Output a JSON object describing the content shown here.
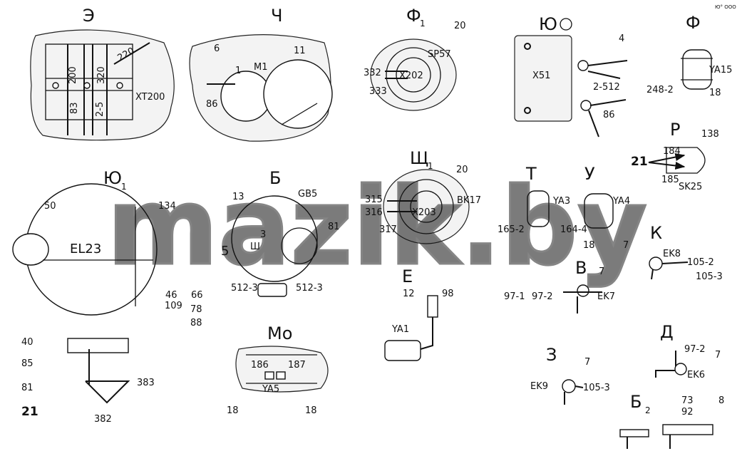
{
  "views": {
    "E_rev": {
      "title": "Э",
      "labels": {
        "l220": "220",
        "l200": "200",
        "l320": "320",
        "l83": "83",
        "l25": "2-5",
        "xt": "XT200"
      }
    },
    "Ch": {
      "title": "Ч",
      "labels": {
        "l6": "6",
        "m1": "M1",
        "l11": "11",
        "l1": "1",
        "l86": "86"
      }
    },
    "F1": {
      "title": "Ф",
      "sub": "1",
      "labels": {
        "l20": "20",
        "sp": "SP57",
        "x": "X202",
        "l332": "332",
        "l333": "333"
      }
    },
    "Yu": {
      "title": "Ю",
      "labels": {
        "l4": "4",
        "x51": "X51",
        "l2512": "2-512",
        "l86": "86"
      }
    },
    "F": {
      "title": "Ф",
      "labels": {
        "ya": "YA15",
        "l248": "248-2",
        "l18": "18"
      }
    },
    "R": {
      "title": "Р",
      "labels": {
        "l138": "138",
        "l184": "184",
        "l21": "21",
        "l185": "185",
        "sk": "SK25"
      }
    },
    "Yu1": {
      "title": "Ю",
      "sub": "1",
      "labels": {
        "l50": "50",
        "l134": "134",
        "el": "EL23",
        "l46": "46",
        "l109": "109",
        "l66": "66",
        "l78": "78",
        "l88": "88",
        "l40": "40",
        "l85": "85",
        "l81": "81",
        "l21": "21",
        "l383": "383",
        "l382": "382"
      }
    },
    "B": {
      "title": "Б",
      "labels": {
        "l13": "13",
        "gb": "GB5",
        "l3": "3",
        "l81": "81",
        "l5": "5",
        "ls": "Ш",
        "l5123a": "512-3",
        "l5123b": "512-3"
      }
    },
    "Sch1": {
      "title": "Щ",
      "sub": "1",
      "labels": {
        "l20": "20",
        "l315": "315",
        "l316": "316",
        "x": "X203",
        "bk": "BK17",
        "l317": "317"
      }
    },
    "T": {
      "title": "Т",
      "labels": {
        "ya": "YA3",
        "l165": "165-2"
      }
    },
    "U": {
      "title": "У",
      "labels": {
        "ya": "YA4",
        "l164": "164-4",
        "l18": "18"
      }
    },
    "K": {
      "title": "К",
      "labels": {
        "l7": "7",
        "ek": "EK8",
        "l1052": "105-2",
        "l1053": "105-3"
      }
    },
    "V": {
      "title": "В",
      "labels": {
        "l7": "7",
        "l971": "97-1",
        "l972": "97-2",
        "ek": "EK7"
      }
    },
    "E": {
      "title": "Е",
      "labels": {
        "l12": "12",
        "l98": "98",
        "ya": "YA1"
      }
    },
    "Mo": {
      "title": "Мо",
      "labels": {
        "l186": "186",
        "l187": "187",
        "ya": "YA5",
        "l18a": "18",
        "l18b": "18"
      }
    },
    "Z": {
      "title": "З",
      "labels": {
        "l7": "7",
        "ek": "EK9",
        "l1053": "105-3"
      }
    },
    "D": {
      "title": "Д",
      "labels": {
        "l972": "97-2",
        "l7": "7",
        "ek": "EK6"
      }
    },
    "B2": {
      "title": "Б",
      "sub": "2",
      "labels": {
        "l73": "73",
        "l92": "92",
        "l8": "8"
      }
    }
  },
  "watermark": "mazik.by",
  "corner_mark": "Ю° ООО"
}
